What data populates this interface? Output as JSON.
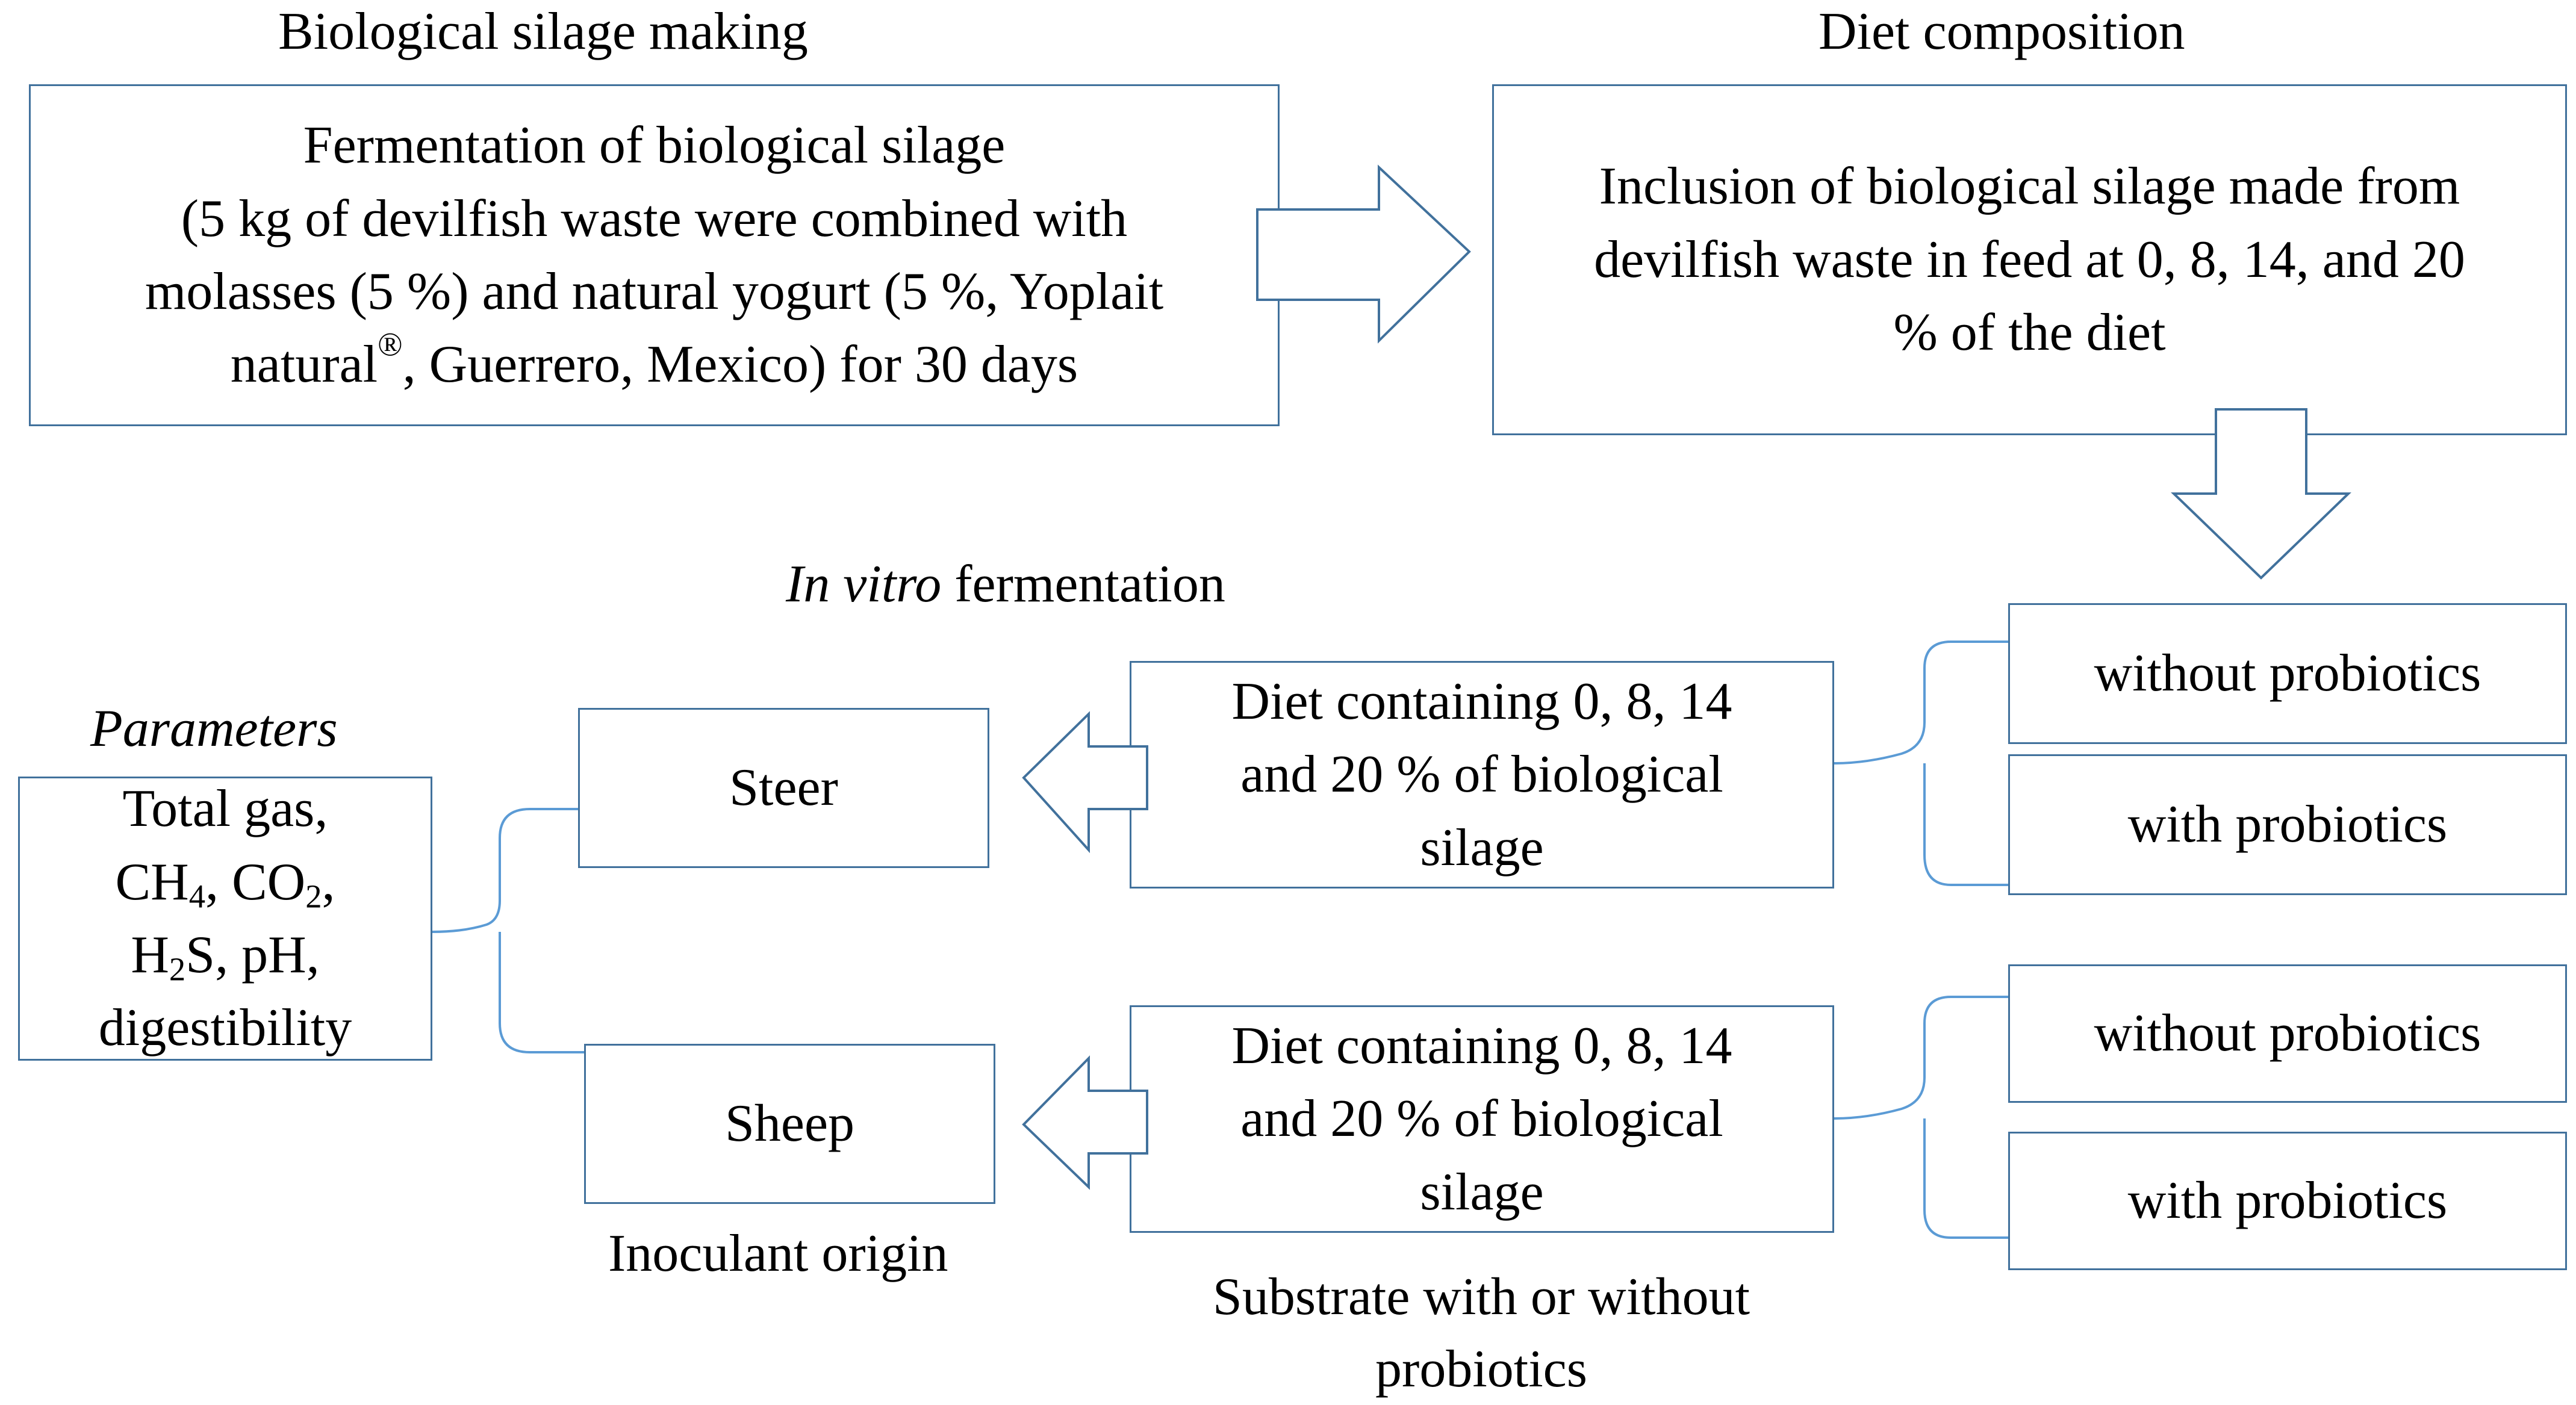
{
  "sections": {
    "silage_making": "Biological silage making",
    "diet_composition": "Diet composition",
    "in_vitro_italic": "In vitro",
    "in_vitro_rest": " fermentation",
    "parameters": "Parameters",
    "inoculant_origin": "Inoculant origin",
    "substrate_line1": "Substrate with or without",
    "substrate_line2": "probiotics"
  },
  "fermentation_box": {
    "line1": "Fermentation of biological silage",
    "line2": "(5 kg of devilfish waste were combined with",
    "line3": "molasses (5 %) and natural yogurt (5 %, Yoplait",
    "line4a": "natural",
    "line4sup": "®",
    "line4b": ", Guerrero, Mexico) for 30 days"
  },
  "inclusion_box": {
    "line1": "Inclusion of biological silage made from",
    "line2": "devilfish waste in feed at 0, 8, 14, and 20",
    "line3": "% of the diet"
  },
  "probiotics": {
    "without": "without probiotics",
    "with": "with probiotics"
  },
  "diet_box": {
    "line1": "Diet containing 0, 8, 14",
    "line2": "and 20 % of biological",
    "line3": "silage"
  },
  "inoculants": {
    "steer": "Steer",
    "sheep": "Sheep"
  },
  "parameters_box": {
    "line1": "Total gas,",
    "ch": "CH",
    "ch_sub": "4",
    "co": ", CO",
    "co_sub": "2",
    "co_end": ",",
    "h": "H",
    "h_sub": "2",
    "h_rest": "S, pH,",
    "line4": "digestibility"
  },
  "colors": {
    "box_border": "#41719c",
    "connector": "#5b9bd5",
    "arrow": "#41719c"
  }
}
